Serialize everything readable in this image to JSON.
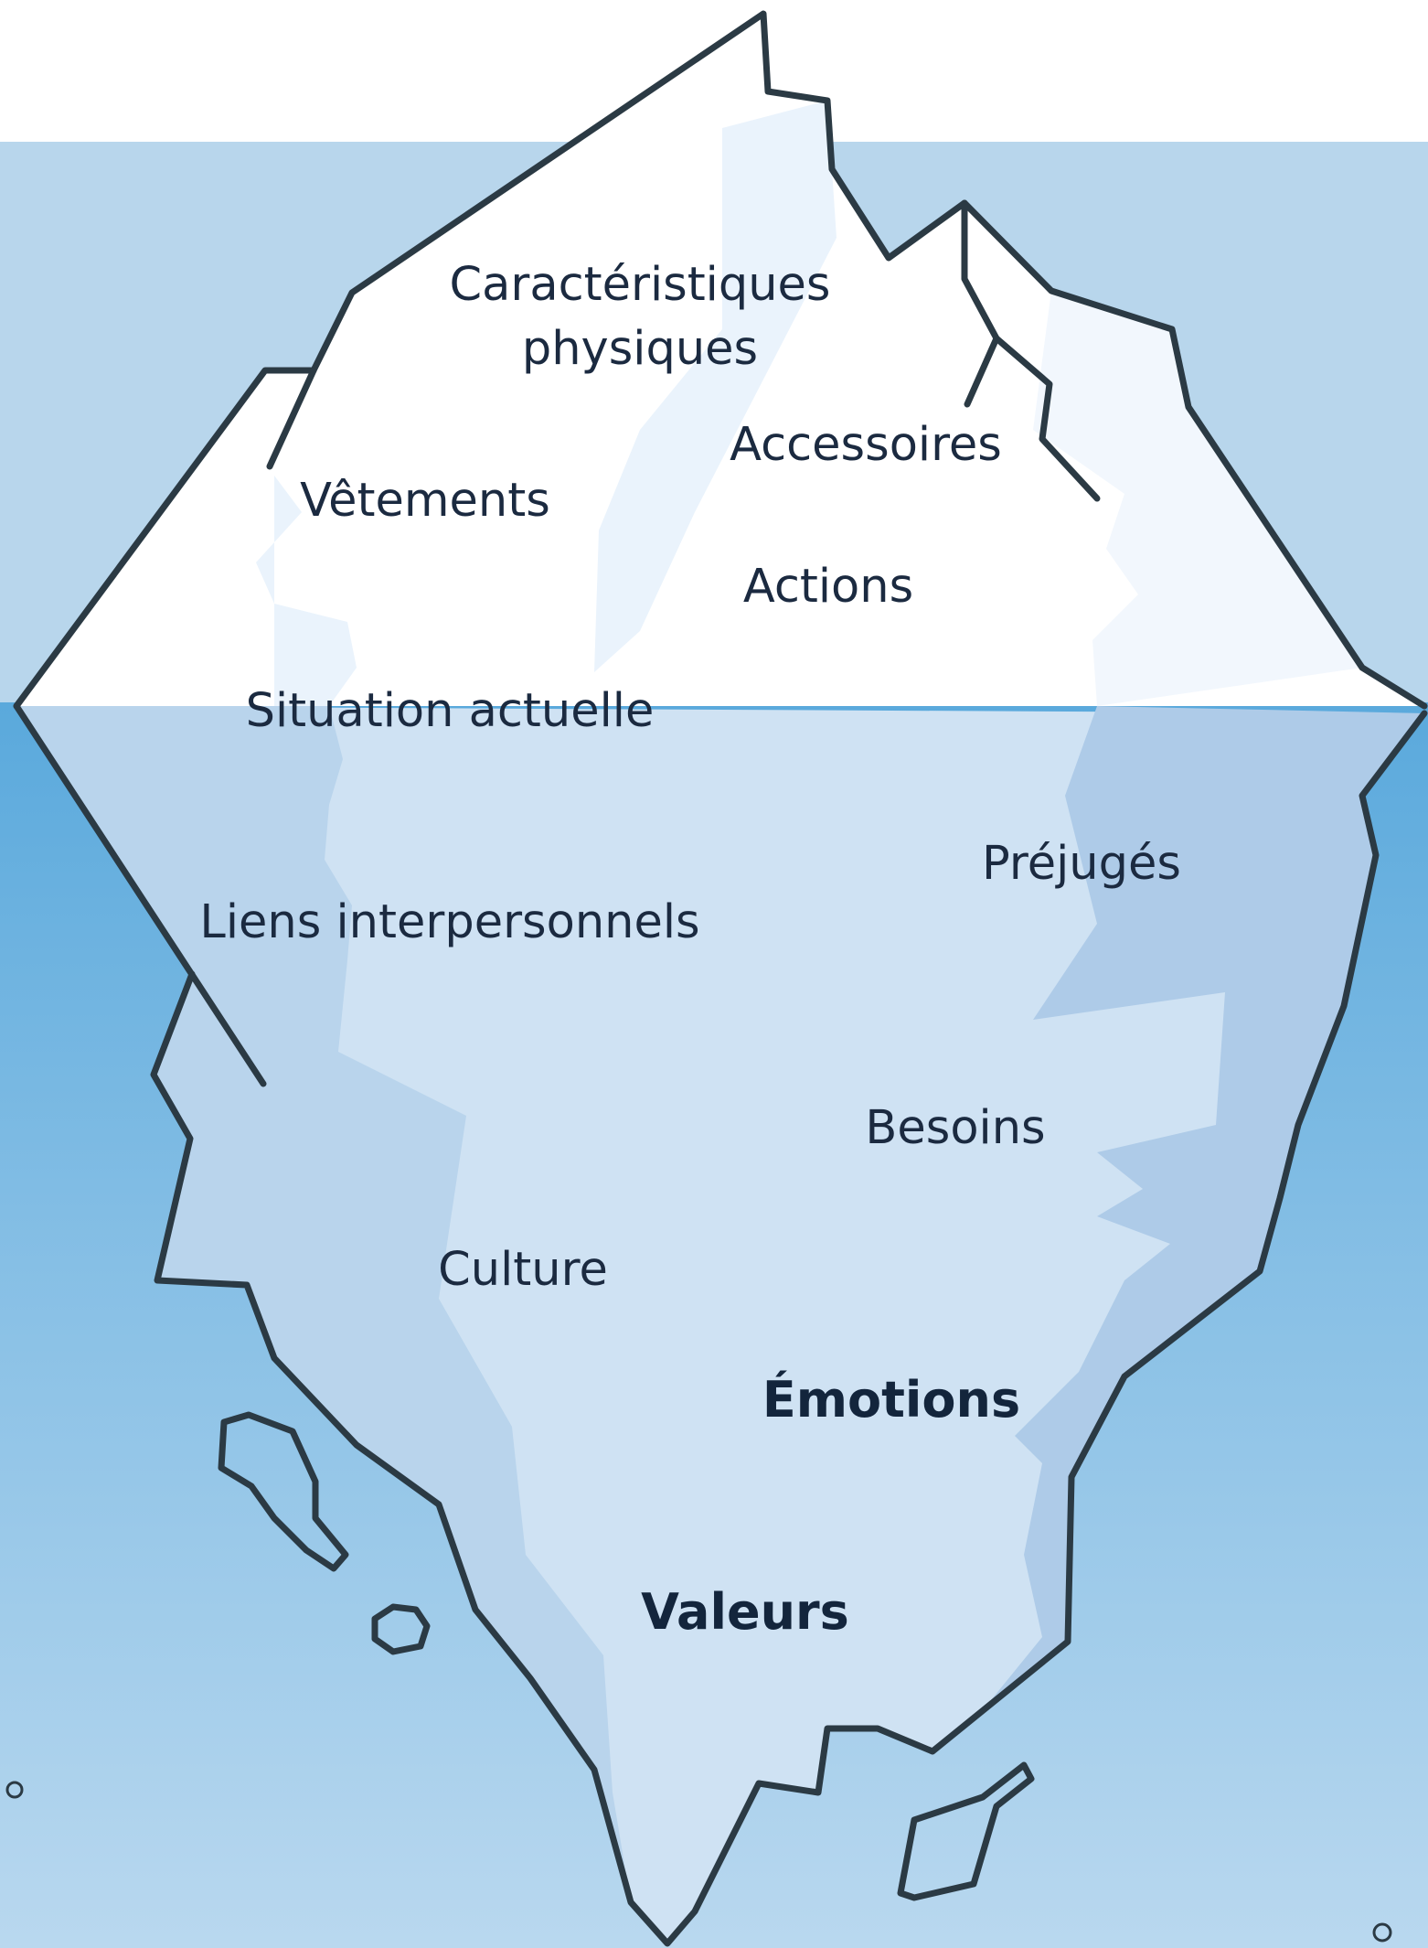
{
  "diagram": {
    "above_water": {
      "physical_traits_line1": "Caractéristiques",
      "physical_traits_line2": "physiques",
      "accessories": "Accessoires",
      "clothing": "Vêtements",
      "actions": "Actions"
    },
    "waterline": {
      "current_situation": "Situation actuelle"
    },
    "below_water": {
      "prejudices": "Préjugés",
      "relationships": "Liens interpersonnels",
      "needs": "Besoins",
      "culture": "Culture",
      "emotions": "Émotions",
      "values": "Valeurs"
    }
  },
  "colors": {
    "sky": "#ffffff",
    "water_surface_back": "#b8d6ec",
    "water_deep_top": "#5aa9dc",
    "water_deep_bottom": "#b7d6ef",
    "ice_above": "#ffffff",
    "ice_above_shade": "#eaf3fc",
    "ice_below": "#cfe2f3",
    "ice_below_shade": "#b5d3ec",
    "outline": "#2b3a44",
    "text": "#1b2a40"
  }
}
